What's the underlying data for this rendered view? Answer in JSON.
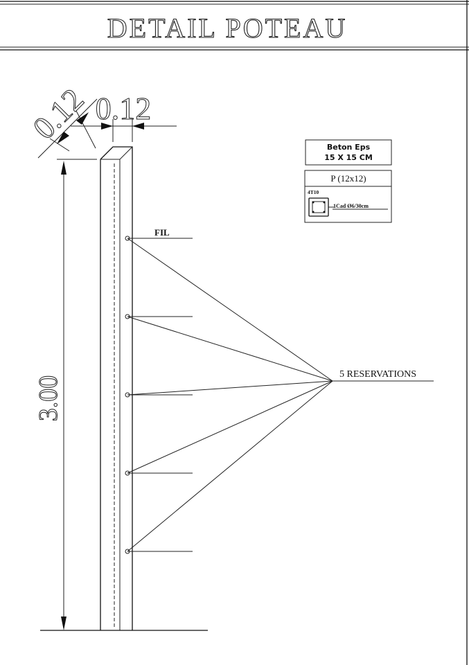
{
  "title": "DETAIL POTEAU",
  "dimensions": {
    "width_top_left": "0.12",
    "width_top_right": "0.12",
    "height": "3.00"
  },
  "labels": {
    "wire": "FIL",
    "reservations": "5 RESERVATIONS"
  },
  "legend": {
    "material": "Beton Eps",
    "size": "15 X 15 CM",
    "section_name": "P  (12x12)",
    "rebar": "4T10",
    "stirrup": "1Cad  Ø6/30cm"
  },
  "reservation_count": 5
}
